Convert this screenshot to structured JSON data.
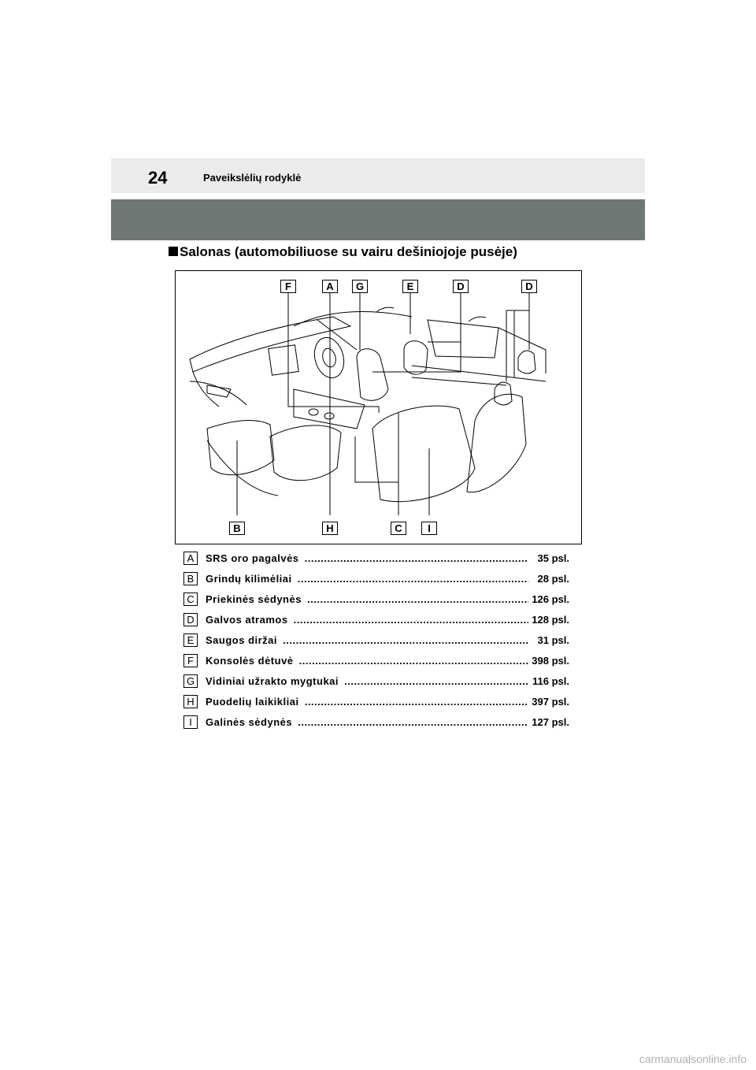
{
  "header": {
    "page_number": "24",
    "chapter_title": "Paveikslėlių rodyklė"
  },
  "section": {
    "heading": "Salonas (automobiliuose su vairu dešiniojoje pusėje)"
  },
  "figure": {
    "callouts_top": [
      "F",
      "A",
      "G",
      "E",
      "D",
      "D"
    ],
    "callouts_bottom": [
      "B",
      "H",
      "C",
      "I"
    ]
  },
  "index": [
    {
      "key": "A",
      "label": "SRS oro pagalvės",
      "page": "35 psl."
    },
    {
      "key": "B",
      "label": "Grindų kilimėliai",
      "page": "28 psl."
    },
    {
      "key": "C",
      "label": "Priekinės sėdynės",
      "page": "126 psl."
    },
    {
      "key": "D",
      "label": "Galvos atramos",
      "page": "128 psl."
    },
    {
      "key": "E",
      "label": "Saugos diržai",
      "page": "31 psl."
    },
    {
      "key": "F",
      "label": "Konsolės dėtuvė",
      "page": "398 psl."
    },
    {
      "key": "G",
      "label": "Vidiniai užrakto mygtukai",
      "page": "116 psl."
    },
    {
      "key": "H",
      "label": "Puodelių laikikliai",
      "page": "397 psl."
    },
    {
      "key": "I",
      "label": "Galinės sėdynės",
      "page": "127 psl."
    }
  ],
  "footer": {
    "watermark": "carmanualsonline.info"
  }
}
